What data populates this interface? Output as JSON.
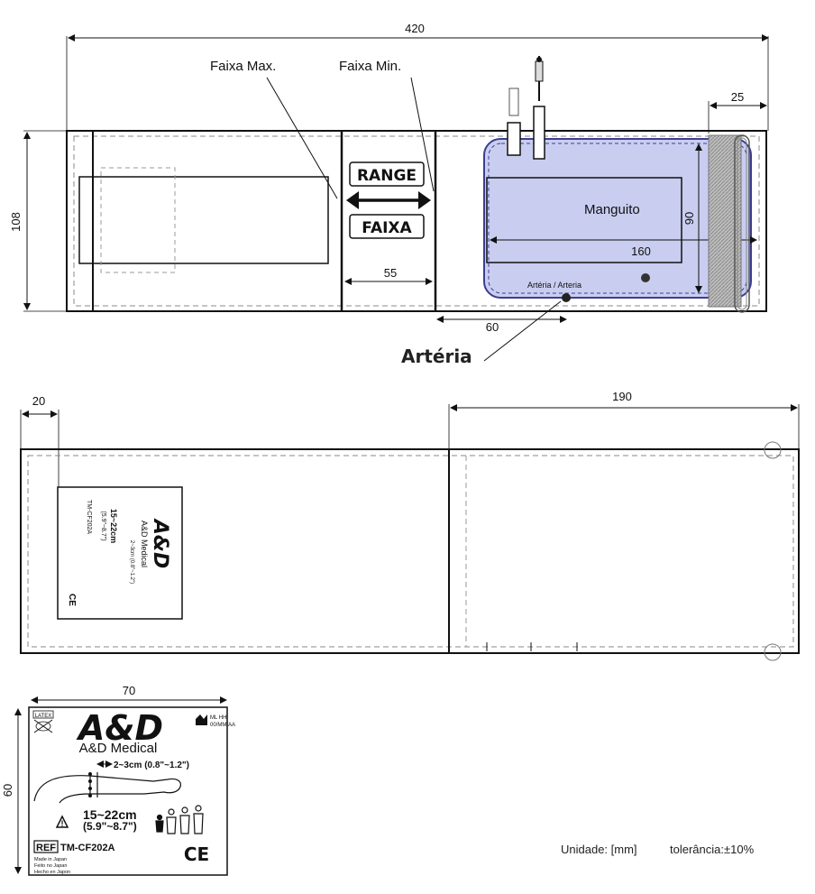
{
  "top_view": {
    "dim_total_length": "420",
    "dim_hook_width": "25",
    "dim_height": "108",
    "label_range_max": "Faixa Max.",
    "label_range_min": "Faixa Min.",
    "range_box_top": "RANGE",
    "range_box_bottom": "FAIXA",
    "dim_range": "55",
    "bladder_label": "Manguito",
    "dim_bladder_height": "90",
    "dim_bladder_width": "160",
    "artery_small_label": "Artéria / Arteria",
    "dim_artery_offset": "60",
    "artery_label": "Artéria"
  },
  "bottom_view": {
    "dim_label_offset": "20",
    "dim_right_section": "190"
  },
  "label_detail": {
    "dim_width": "70",
    "dim_height": "60",
    "latex_mark": "LATEX",
    "brand_logo": "A&D",
    "md_code_1": "ML HH",
    "md_code_2": "00/MM/AA",
    "brand_name": "A&D Medical",
    "position_range": "2~3cm (0.8\"~1.2\")",
    "circumference_cm": "15~22cm",
    "circumference_in": "(5.9\"~8.7\")",
    "ref_box": "REF",
    "ref_number": "TM-CF202A",
    "made_in_1": "Made in Japan",
    "made_in_2": "Feito no Japan",
    "made_in_3": "Hecho en Japon",
    "ce_mark": "CE"
  },
  "footer": {
    "unit": "Unidade: [mm]",
    "tolerance": "tolerância:±10%"
  },
  "colors": {
    "line": "#111111",
    "dashed": "#888888",
    "bladder_fill": "#c9cdf0",
    "bladder_stroke": "#3b3f8f",
    "hook_fill": "#c8c8c8"
  }
}
